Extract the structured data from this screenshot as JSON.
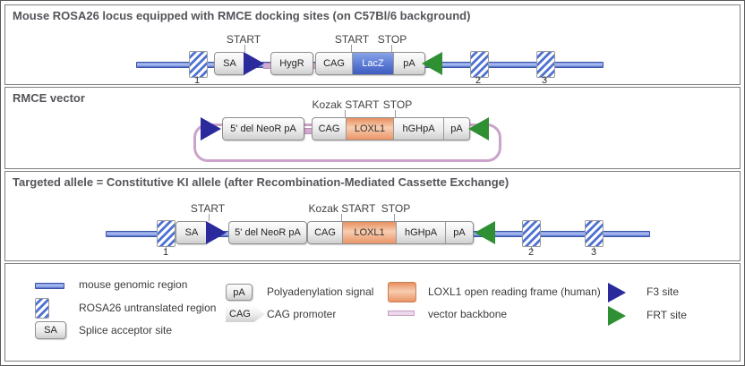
{
  "colors": {
    "genomic_blue": "#5b7fd9",
    "utr_stripe_blue": "#4e72d2",
    "f3_navy": "#2a2a9c",
    "frt_green": "#2f8f33",
    "lacz_blue": "#5d7dd6",
    "loxl1_orange": "#efa37a",
    "backbone_pink": "#cba3ca",
    "cassette_gray": "#ececec",
    "title_gray": "#54555a"
  },
  "panel1": {
    "title": "Mouse ROSA26 locus equipped with RMCE docking sites (on C57Bl/6 background)",
    "start1": "START",
    "start2": "START",
    "stop": "STOP",
    "sa": "SA",
    "hygr": "HygR",
    "cag": "CAG",
    "lacz": "LacZ",
    "pa": "pA",
    "exon1": "1",
    "exon2": "2",
    "exon3": "3"
  },
  "panel2": {
    "title": "RMCE vector",
    "kozak_start": "Kozak START",
    "stop": "STOP",
    "neor": "5' del NeoR pA",
    "cag": "CAG",
    "loxl1": "LOXL1",
    "hghpa": "hGHpA",
    "pa": "pA"
  },
  "panel3": {
    "title": "Targeted allele = Constitutive KI allele (after Recombination-Mediated Cassette Exchange)",
    "start": "START",
    "kozak_start": "Kozak START",
    "stop": "STOP",
    "sa": "SA",
    "neor": "5' del NeoR pA",
    "cag": "CAG",
    "loxl1": "LOXL1",
    "hghpa": "hGHpA",
    "pa": "pA",
    "exon1": "1",
    "exon2": "2",
    "exon3": "3"
  },
  "legend": {
    "genomic": "mouse genomic region",
    "utr": "ROSA26 untranslated region",
    "sa_swatch": "SA",
    "sa": "Splice acceptor site",
    "pa_swatch": "pA",
    "pa": "Polyadenylation signal",
    "cag_swatch": "CAG",
    "cag": "CAG promoter",
    "loxl1": "LOXL1 open reading frame (human)",
    "backbone": "vector backbone",
    "f3": "F3 site",
    "frt": "FRT site"
  }
}
